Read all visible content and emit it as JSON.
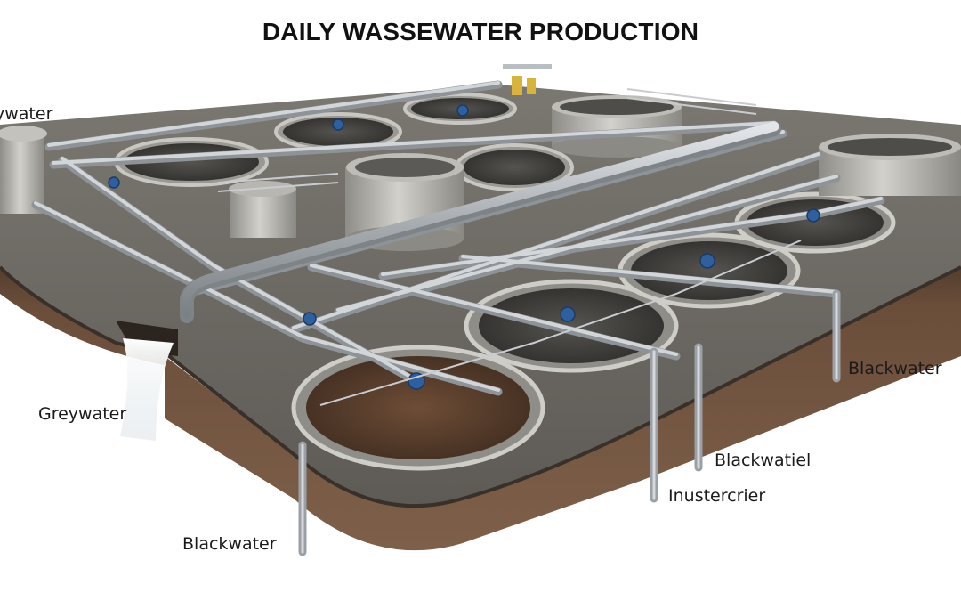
{
  "title": "DAILY WASSEWATER PRODUCTION",
  "labels": {
    "greywater_top": "ywater",
    "greywater_left": "Greywater",
    "blackwater_right": "Blackwater",
    "blackwatiel": "Blackwatiel",
    "inustercrier": "Inustercrier",
    "blackwater_bottom": "Blackwater"
  },
  "colors": {
    "slab_top": "#6f6b66",
    "slab_side": "#5b4334",
    "pipe": "#b9bec3",
    "valve": "#2d5f9e",
    "water_dark": "#3b3a38",
    "water_brown": "#5a4030",
    "tank": "#b5b3ad"
  }
}
